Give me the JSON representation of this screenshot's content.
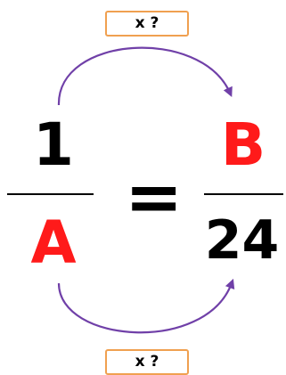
{
  "multiplier_top": "x ?",
  "multiplier_bottom": "x ?",
  "left_fraction": {
    "numerator": "1",
    "denominator": "A"
  },
  "equals_sign": "=",
  "right_fraction": {
    "numerator": "B",
    "denominator": "24"
  },
  "colors": {
    "unknown": "#ff1a1a",
    "arrow": "#7040a8",
    "badge_border": "#f0a050",
    "text": "#000000"
  }
}
